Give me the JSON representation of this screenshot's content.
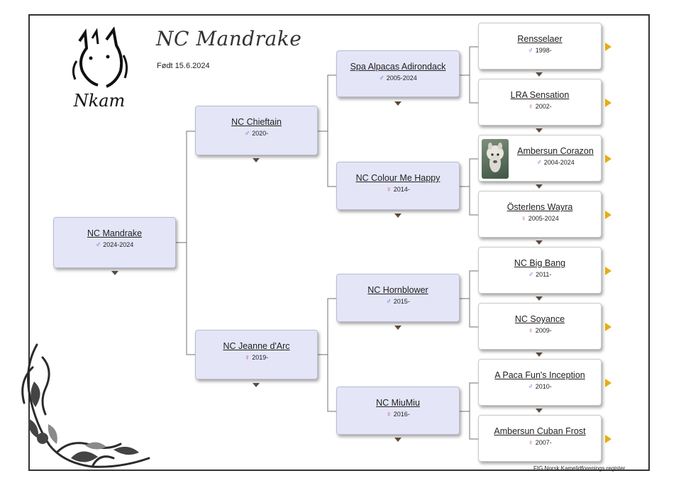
{
  "header": {
    "title": "NC Mandrake",
    "born": "Født 15.6.2024",
    "logo_text": "Nkam"
  },
  "symbols": {
    "male": "♂",
    "female": "♀"
  },
  "pedigree": {
    "subject": {
      "name": "NC Mandrake",
      "sex": "male",
      "years": "2024-2024"
    },
    "sire": {
      "name": "NC Chieftain",
      "sex": "male",
      "years": "2020-"
    },
    "dam": {
      "name": "NC Jeanne d'Arc",
      "sex": "female",
      "years": "2019-"
    },
    "sire_sire": {
      "name": "Spa Alpacas Adirondack",
      "sex": "male",
      "years": "2005-2024"
    },
    "sire_dam": {
      "name": "NC Colour Me Happy",
      "sex": "female",
      "years": "2014-"
    },
    "dam_sire": {
      "name": "NC Hornblower",
      "sex": "male",
      "years": "2015-"
    },
    "dam_dam": {
      "name": "NC MiuMiu",
      "sex": "female",
      "years": "2016-"
    },
    "ss_sire": {
      "name": "Rensselaer",
      "sex": "male",
      "years": "1998-"
    },
    "ss_dam": {
      "name": "LRA Sensation",
      "sex": "female",
      "years": "2002-"
    },
    "sd_sire": {
      "name": "Ambersun Corazon",
      "sex": "male",
      "years": "2004-2024",
      "has_photo": true
    },
    "sd_dam": {
      "name": "Österlens Wayra",
      "sex": "female",
      "years": "2005-2024"
    },
    "ds_sire": {
      "name": "NC Big Bang",
      "sex": "male",
      "years": "2011-"
    },
    "ds_dam": {
      "name": "NC Soyance",
      "sex": "female",
      "years": "2009-"
    },
    "dd_sire": {
      "name": "A Paca Fun's Inception",
      "sex": "male",
      "years": "2010-"
    },
    "dd_dam": {
      "name": "Ambersun Cuban Frost",
      "sex": "female",
      "years": "2007-"
    }
  },
  "footer": {
    "text": "FIG Norsk Kamelidforenings register"
  },
  "colors": {
    "node_bg": "#e4e5f7",
    "leaf_bg": "#ffffff",
    "expand_arrow": "#e7ad10",
    "down_arrow": "#5c4a3e",
    "male": "#3a5fa8",
    "female": "#c03a48"
  }
}
